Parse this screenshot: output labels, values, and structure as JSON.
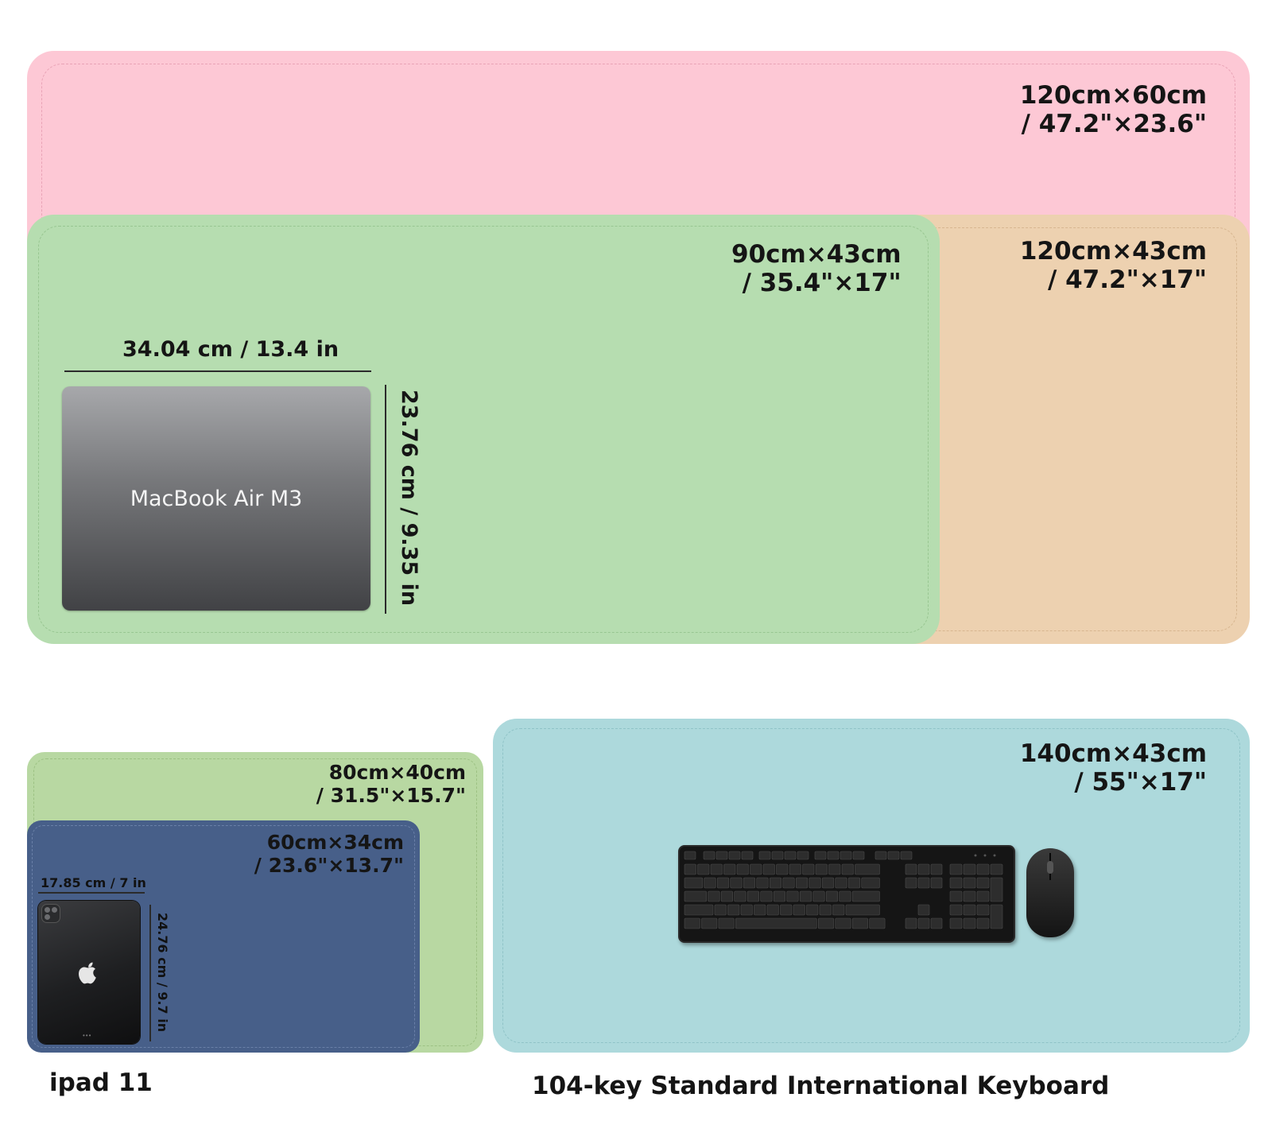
{
  "mats": {
    "pink": {
      "line1": "120cm×60cm",
      "line2": "/ 47.2\"×23.6\"",
      "color": "#fdc8d5"
    },
    "tan": {
      "line1": "120cm×43cm",
      "line2": "/ 47.2\"×17\"",
      "color": "#edd1b0"
    },
    "green_large": {
      "line1": "90cm×43cm",
      "line2": "/ 35.4\"×17\"",
      "color": "#b6ddb0"
    },
    "green_small": {
      "line1": "80cm×40cm",
      "line2": "/ 31.5\"×15.7\"",
      "color": "#b8d8a2"
    },
    "blue": {
      "line1": "60cm×34cm",
      "line2": "/ 23.6\"×13.7\"",
      "color": "#475f89"
    },
    "cyan": {
      "line1": "140cm×43cm",
      "line2": "/ 55\"×17\"",
      "color": "#add9dc"
    }
  },
  "laptop": {
    "label": "MacBook Air M3",
    "width_label": "34.04 cm / 13.4 in",
    "height_label": "23.76 cm / 9.35 in"
  },
  "tablet": {
    "width_label": "17.85 cm / 7 in",
    "height_label": "24.76 cm / 9.7 in",
    "caption": "ipad 11"
  },
  "keyboard": {
    "caption": "104-key Standard International Keyboard"
  },
  "icons": [
    "apple-logo-icon",
    "camera-module-icon",
    "keyboard-icon",
    "mouse-icon"
  ]
}
